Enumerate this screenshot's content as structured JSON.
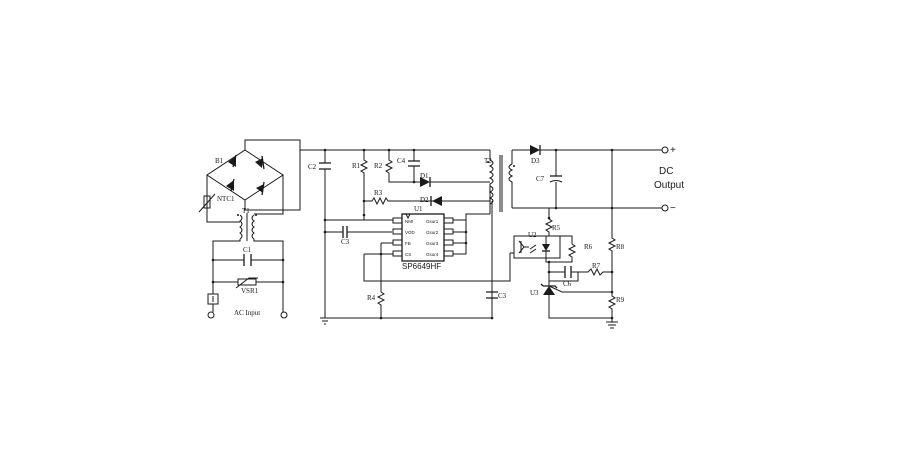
{
  "components": {
    "b1": "B1",
    "ntc1": "NTC1",
    "t1": "T1",
    "c1": "C1",
    "vsr1": "VSR1",
    "ac_input": "AC Input",
    "c2": "C2",
    "r1": "R1",
    "r2": "R2",
    "c4": "C4",
    "d1": "D1",
    "d2": "D2",
    "r3": "R3",
    "c3_left": "C3",
    "c3_right": "C3",
    "u1": "U1",
    "u1_part": "SP6649HF",
    "r4": "R4",
    "t2": "T2",
    "d3": "D3",
    "c7": "C7",
    "r5": "R5",
    "u2": "U2",
    "r6": "R6",
    "r8": "R8",
    "c6": "C6",
    "r7": "R7",
    "u3": "U3",
    "r9": "R9",
    "dc_line1": "DC",
    "dc_line2": "Output",
    "plus": "+",
    "minus": "−"
  },
  "u1_pins_left": [
    "NMI",
    "VOD",
    "FB",
    "CS"
  ],
  "u1_pins_right": [
    "Gsur1",
    "Gsur2",
    "Gsur3",
    "Gsur4"
  ]
}
